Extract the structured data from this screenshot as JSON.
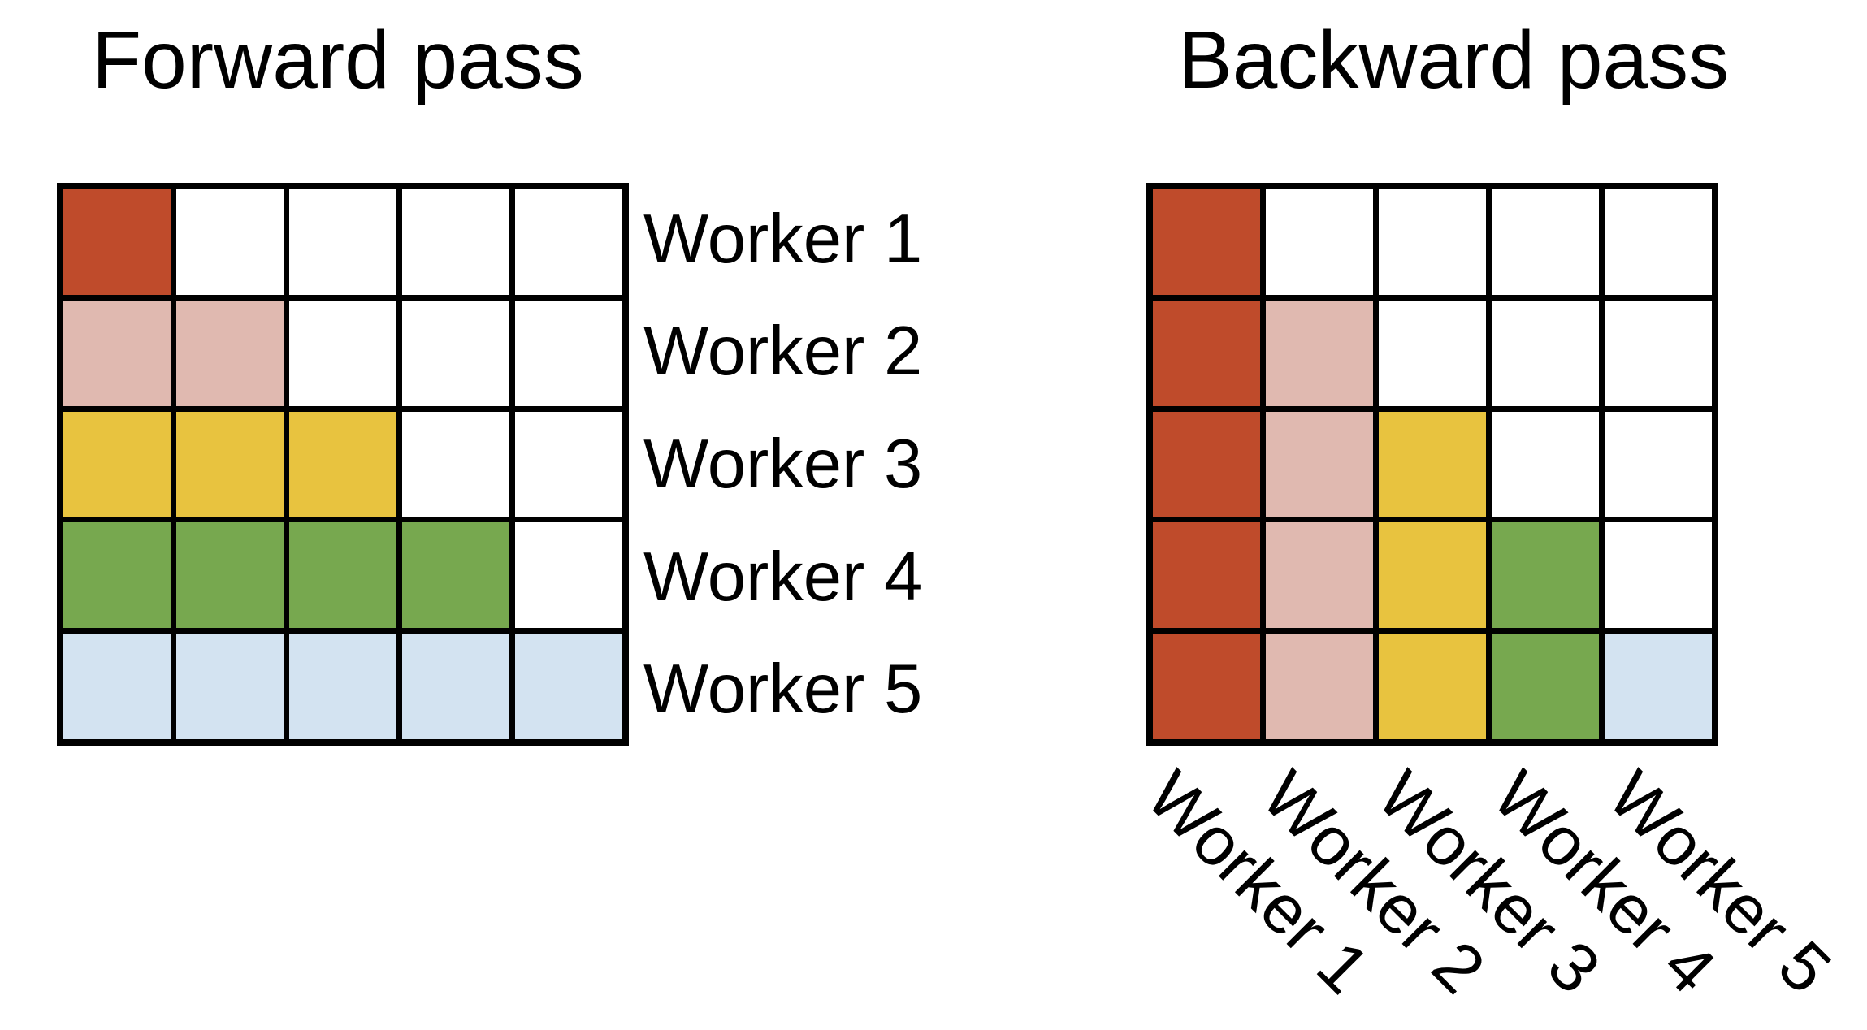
{
  "figure": {
    "forward": {
      "title": "Forward pass",
      "row_labels": [
        "Worker 1",
        "Worker 2",
        "Worker 3",
        "Worker 4",
        "Worker 5"
      ],
      "grid": [
        [
          1,
          0,
          0,
          0,
          0
        ],
        [
          2,
          2,
          0,
          0,
          0
        ],
        [
          3,
          3,
          3,
          0,
          0
        ],
        [
          4,
          4,
          4,
          4,
          0
        ],
        [
          5,
          5,
          5,
          5,
          5
        ]
      ]
    },
    "backward": {
      "title": "Backward pass",
      "col_labels": [
        "Worker 1",
        "Worker 2",
        "Worker 3",
        "Worker 4",
        "Worker 5"
      ],
      "grid": [
        [
          1,
          0,
          0,
          0,
          0
        ],
        [
          1,
          2,
          0,
          0,
          0
        ],
        [
          1,
          2,
          3,
          0,
          0
        ],
        [
          1,
          2,
          3,
          4,
          0
        ],
        [
          1,
          2,
          3,
          4,
          5
        ]
      ]
    },
    "worker_colors": [
      "#BF4B2B",
      "#E0B9B0",
      "#E8C33F",
      "#77A84F",
      "#D3E3F1"
    ],
    "empty_color": "#FFFFFF",
    "line_color": "#000000",
    "text_color": "#000000"
  }
}
